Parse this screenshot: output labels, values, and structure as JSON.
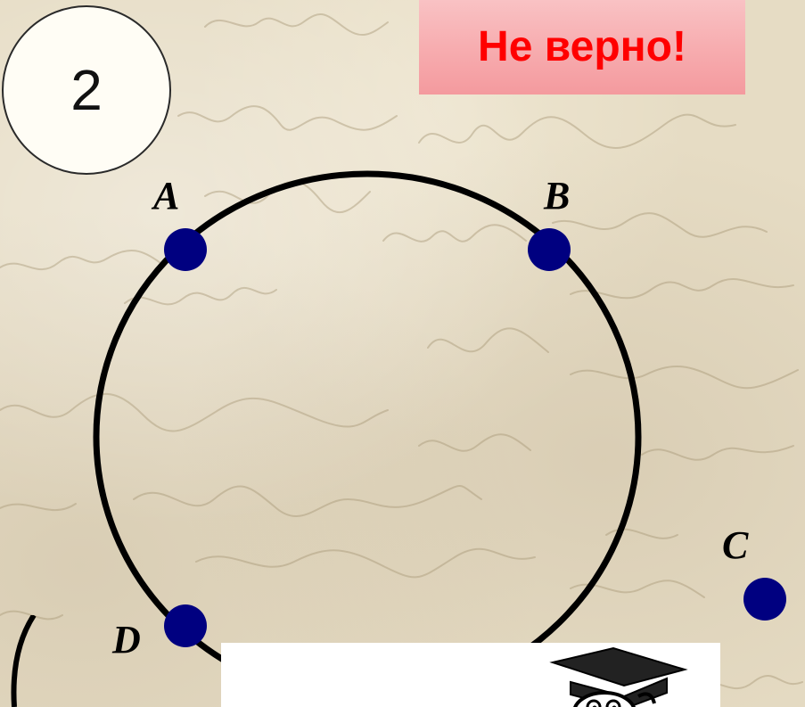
{
  "slide": {
    "number": "2"
  },
  "feedback": {
    "text": "Не верно!",
    "text_color": "#ff0000",
    "banner_color": "#f7adb0"
  },
  "diagram": {
    "circle_color": "#000000",
    "point_color": "#000080",
    "points": [
      {
        "label": "A",
        "on_circle": true
      },
      {
        "label": "B",
        "on_circle": true
      },
      {
        "label": "C",
        "on_circle": false
      },
      {
        "label": "D",
        "on_circle": true
      }
    ]
  },
  "icons": {
    "bottom_picture": "graduation-cap-cartoon-icon",
    "background": "handwritten-script-texture"
  }
}
